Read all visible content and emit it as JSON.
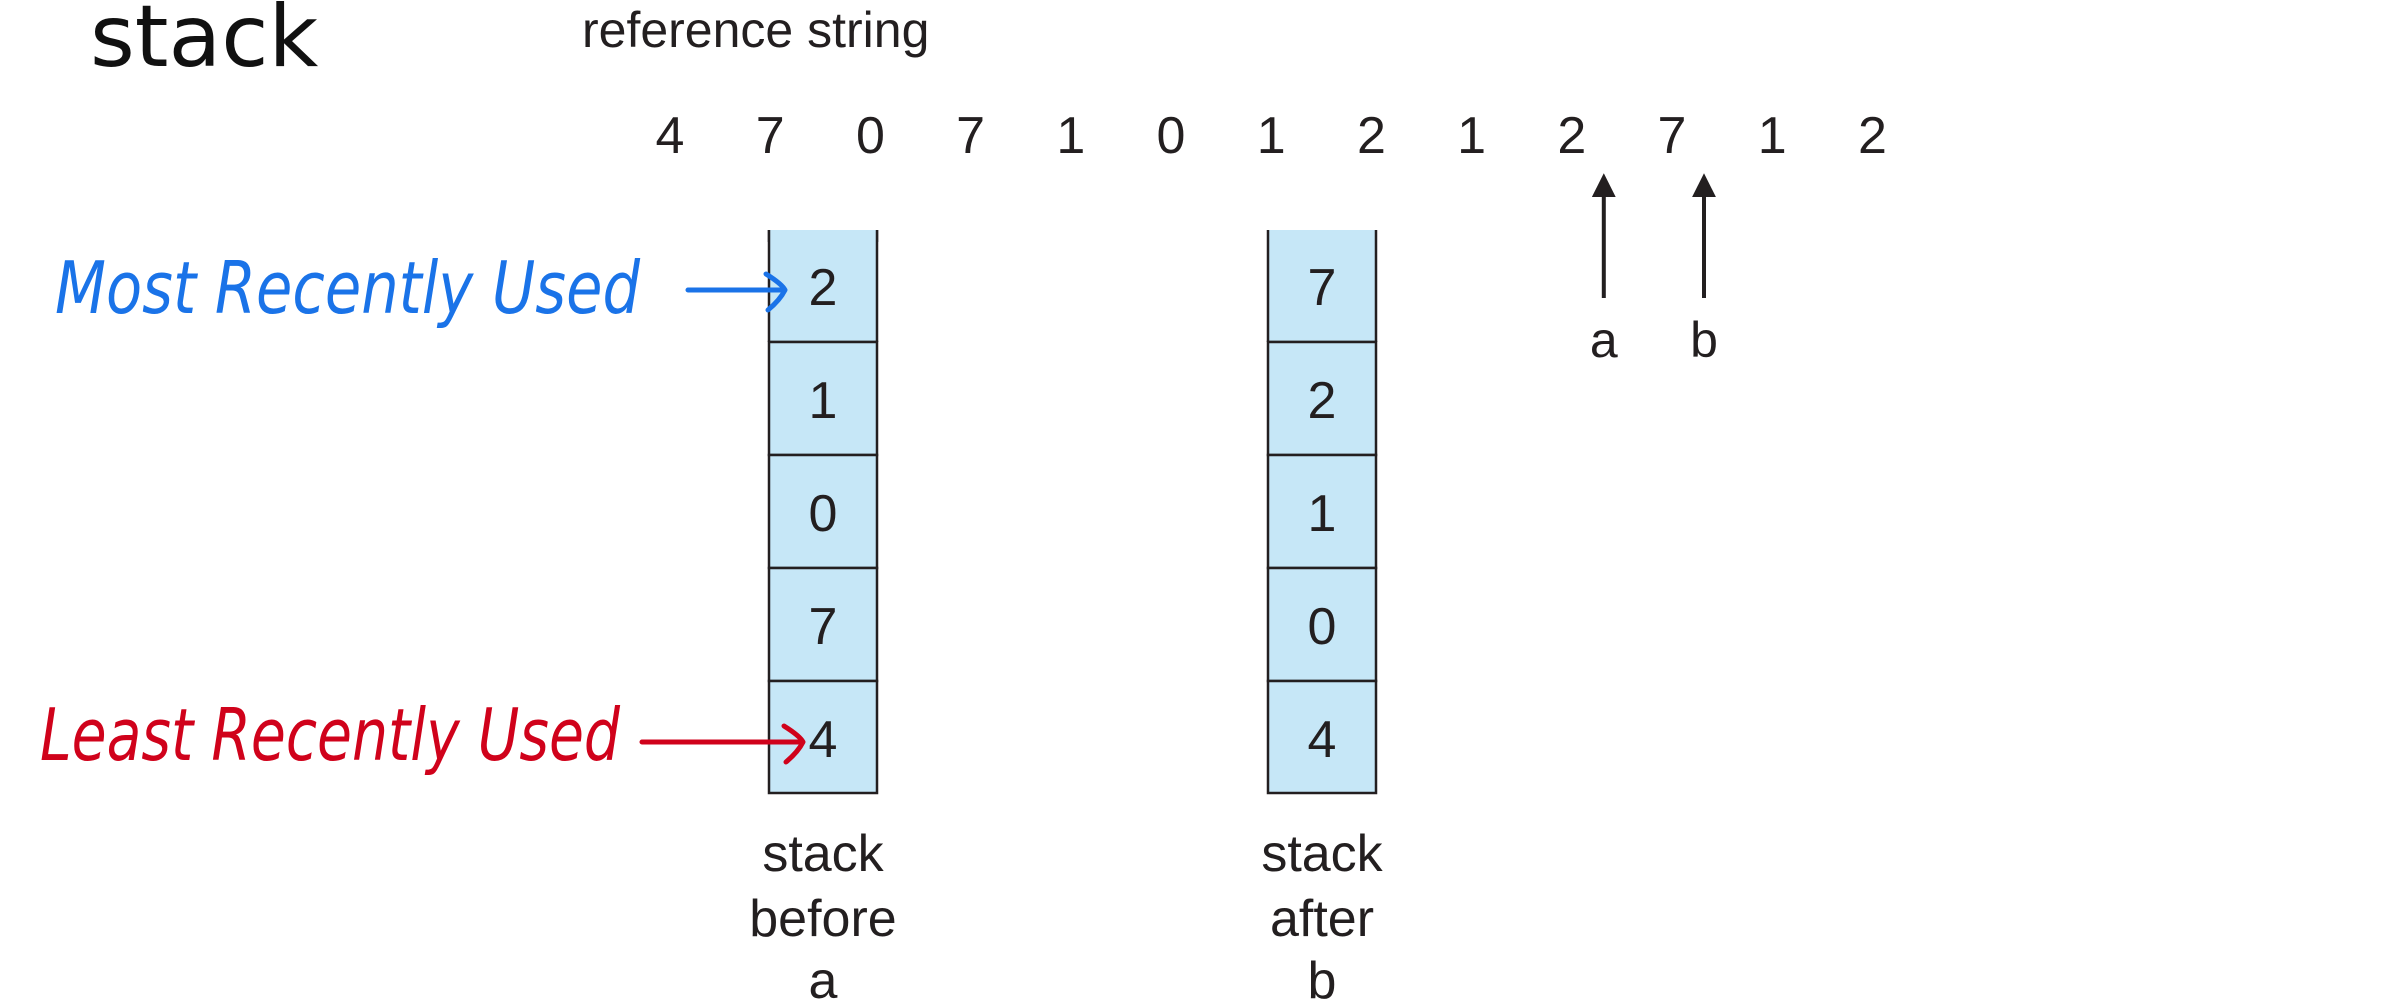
{
  "title": "stack",
  "reference_label": "reference string",
  "reference_string": [
    "4",
    "7",
    "0",
    "7",
    "1",
    "0",
    "1",
    "2",
    "1",
    "2",
    "7",
    "1",
    "2"
  ],
  "markers": [
    {
      "label": "a",
      "index": 9
    },
    {
      "label": "b",
      "index": 10
    }
  ],
  "stacks": [
    {
      "values": [
        "2",
        "1",
        "0",
        "7",
        "4"
      ],
      "caption": [
        "stack",
        "before",
        "a"
      ]
    },
    {
      "values": [
        "7",
        "2",
        "1",
        "0",
        "4"
      ],
      "caption": [
        "stack",
        "after",
        "b"
      ]
    }
  ],
  "annotations": {
    "mru": {
      "text": "Most Recently Used",
      "color": "#1a73e8"
    },
    "lru": {
      "text": "Least Recently Used",
      "color": "#d0021b"
    }
  }
}
